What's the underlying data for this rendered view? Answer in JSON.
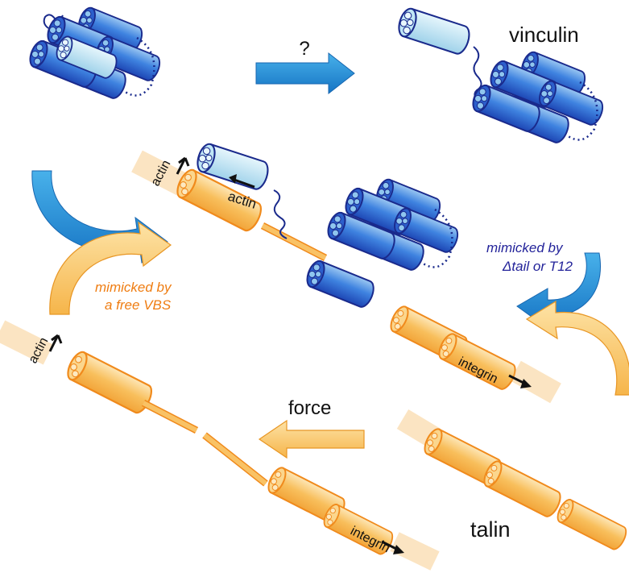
{
  "labels": {
    "question": "?",
    "vinculin": "vinculin",
    "actin": "actin",
    "integrin": "integrin",
    "force": "force",
    "talin": "talin",
    "mimicked_vbs_line1": "mimicked by",
    "mimicked_vbs_line2": "a free VBS",
    "mimicked_tail_line1": "mimicked by",
    "mimicked_tail_line2": "Δtail or T12"
  },
  "colors": {
    "blue_dark": "#1a2a8c",
    "blue_mid": "#2f6fd6",
    "blue_light": "#a9d7f0",
    "arrow_blue": "#1f8fd4",
    "orange_line": "#f08a1c",
    "orange_fill": "#f9c265",
    "orange_text": "#ef7d12",
    "navy_text": "#23239a"
  }
}
